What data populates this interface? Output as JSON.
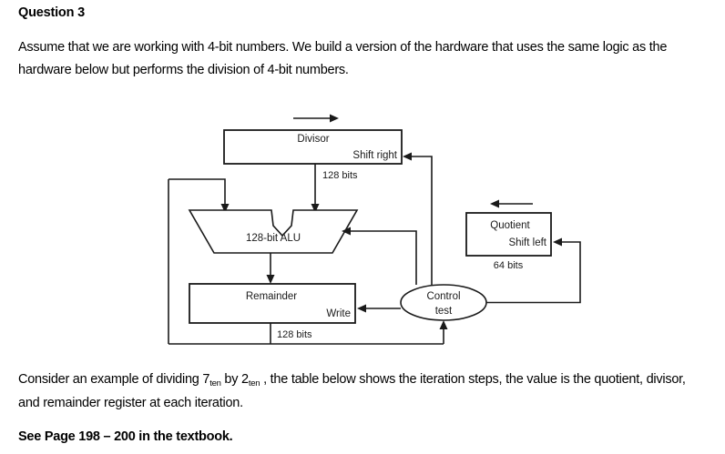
{
  "document": {
    "question_title": "Question 3",
    "intro_paragraph": "Assume that we are working with 4-bit numbers. We build a version of the hardware that uses the same logic as the hardware below but performs the division of 4-bit numbers.",
    "consider_paragraph_part1": "Consider an example of dividing 7",
    "consider_sub1": "ten",
    "consider_paragraph_part2": " by 2",
    "consider_sub2": "ten",
    "consider_paragraph_part3": " , the table below shows the iteration steps, the value is the quotient, divisor, and remainder register at each iteration.",
    "see_page_note": "See Page 198 – 200 in the textbook."
  },
  "diagram": {
    "title": "division-hardware-block-diagram",
    "divisor_block": {
      "label": "Divisor",
      "control_label": "Shift right",
      "bus_label": "128 bits"
    },
    "alu_block": {
      "label": "128-bit ALU"
    },
    "remainder_block": {
      "label": "Remainder",
      "control_label": "Write",
      "bus_label": "128 bits"
    },
    "quotient_block": {
      "label": "Quotient",
      "control_label": "Shift left",
      "bus_label": "64 bits"
    },
    "control_block": {
      "label_line1": "Control",
      "label_line2": "test"
    },
    "colors": {
      "stroke": "#1a1a1a",
      "text": "#1a1a1a",
      "background": "#ffffff"
    }
  }
}
